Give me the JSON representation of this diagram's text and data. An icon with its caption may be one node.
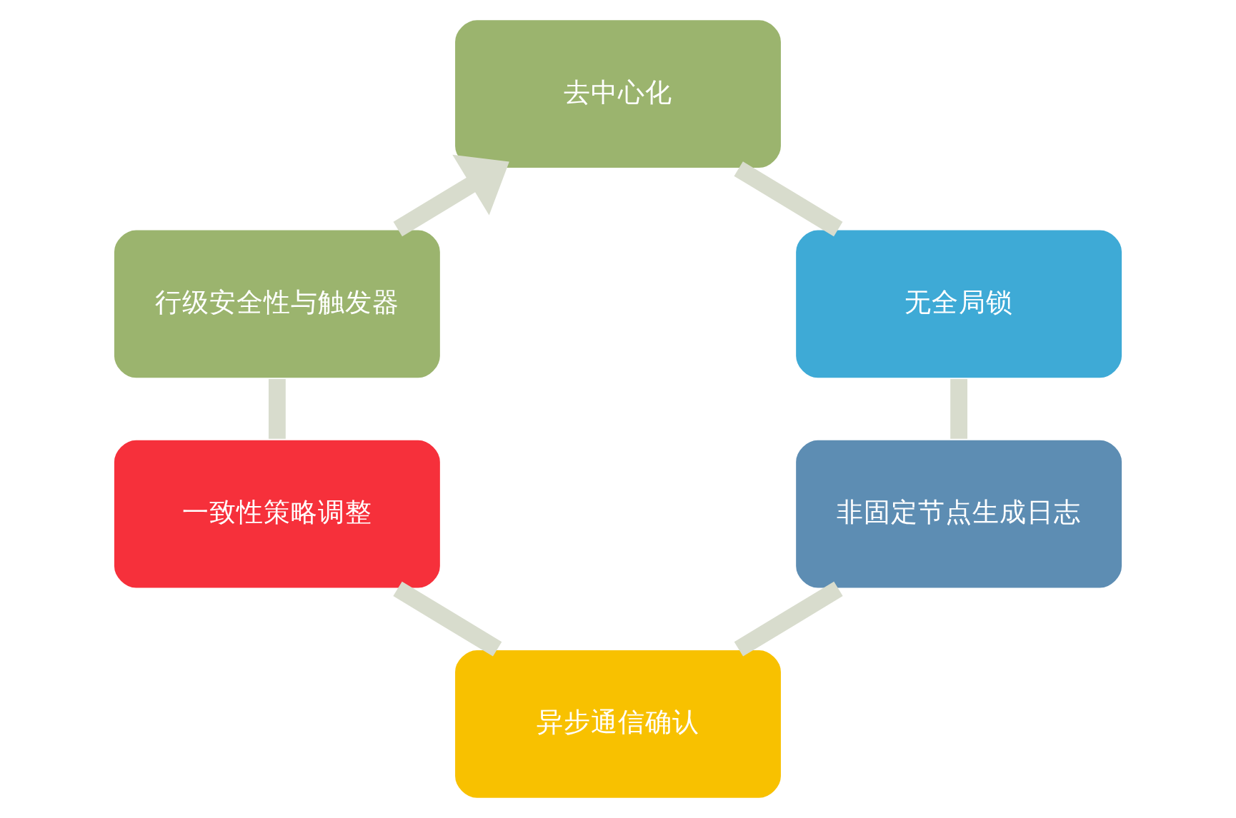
{
  "diagram": {
    "nodes": [
      {
        "text": [
          "去中心化"
        ]
      },
      {
        "text": [
          "无全局锁"
        ]
      },
      {
        "text": [
          "非固定节点生成日志"
        ]
      },
      {
        "text": [
          "异步通信确认"
        ]
      },
      {
        "text": [
          "一致性策略调整"
        ]
      },
      {
        "text": [
          "行级安全性与触发器"
        ]
      }
    ],
    "edges": [
      {
        "from": 0,
        "to": 1,
        "arrow": "none"
      },
      {
        "from": 1,
        "to": 2,
        "arrow": "none"
      },
      {
        "from": 2,
        "to": 3,
        "arrow": "none"
      },
      {
        "from": 3,
        "to": 4,
        "arrow": "none"
      },
      {
        "from": 4,
        "to": 5,
        "arrow": "none"
      },
      {
        "from": 5,
        "to": 0,
        "arrow": "to"
      }
    ]
  }
}
